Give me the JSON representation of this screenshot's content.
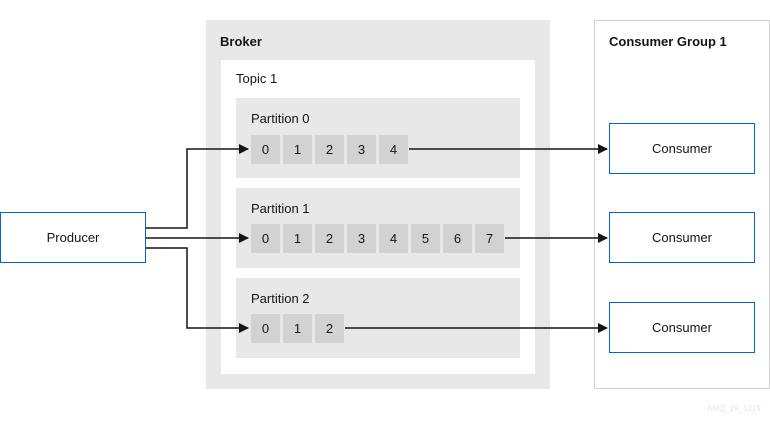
{
  "broker": {
    "title": "Broker",
    "topic": {
      "title": "Topic 1",
      "partitions": [
        {
          "title": "Partition 0",
          "offsets": [
            "0",
            "1",
            "2",
            "3",
            "4"
          ]
        },
        {
          "title": "Partition 1",
          "offsets": [
            "0",
            "1",
            "2",
            "3",
            "4",
            "5",
            "6",
            "7"
          ]
        },
        {
          "title": "Partition 2",
          "offsets": [
            "0",
            "1",
            "2"
          ]
        }
      ]
    }
  },
  "producer": {
    "label": "Producer"
  },
  "consumer_group": {
    "title": "Consumer Group 1",
    "consumers": [
      {
        "label": "Consumer"
      },
      {
        "label": "Consumer"
      },
      {
        "label": "Consumer"
      }
    ]
  },
  "watermark": "AMQ_29_1219",
  "colors": {
    "box_border": "#0066cc",
    "panel": "#e8e8e8",
    "cell": "#d2d2d2",
    "arrow": "#151515"
  }
}
